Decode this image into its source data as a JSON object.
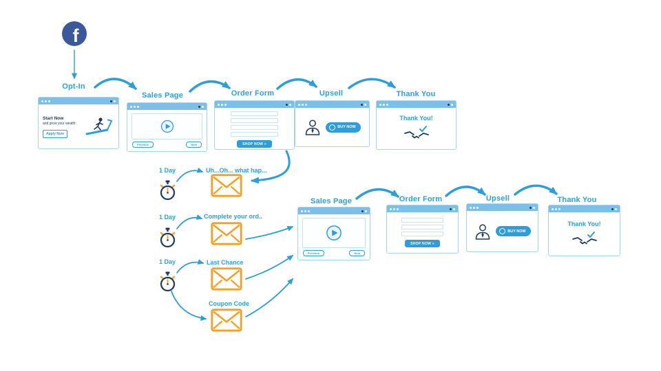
{
  "colors": {
    "accent_blue": "#2b9edb",
    "label_blue": "#29a3e0",
    "envelope_orange": "#f5a020",
    "facebook_navy": "#3b5998",
    "dark_navy": "#1e3a5f",
    "window_border": "#a5d2f0",
    "window_header_bg": "#7cc0ea"
  },
  "facebook": {
    "letter": "f"
  },
  "funnel_top": {
    "steps": [
      {
        "label": "Opt-In"
      },
      {
        "label": "Sales Page"
      },
      {
        "label": "Order Form"
      },
      {
        "label": "Upsell"
      },
      {
        "label": "Thank You"
      }
    ]
  },
  "funnel_bottom": {
    "steps": [
      {
        "label": "Sales Page"
      },
      {
        "label": "Order Form"
      },
      {
        "label": "Upsell"
      },
      {
        "label": "Thank You"
      }
    ]
  },
  "optin_page": {
    "headline": "Start Now",
    "subheadline": "and grow your wealth",
    "cta": "Apply Now"
  },
  "sales_page": {
    "prev_button": "Previous",
    "next_button": "Next"
  },
  "order_page": {
    "cta": "SHOP NOW »"
  },
  "upsell_page": {
    "cta": "BUY NOW"
  },
  "thankyou_page": {
    "message": "Thank You!"
  },
  "email_sequence": [
    {
      "delay": "1 Day",
      "subject": "Uh...Oh... what hap..."
    },
    {
      "delay": "1 Day",
      "subject": "Complete your ord.."
    },
    {
      "delay": "1 Day",
      "subject": "Last Chance"
    },
    {
      "delay": "",
      "subject": "Coupon Code"
    }
  ]
}
